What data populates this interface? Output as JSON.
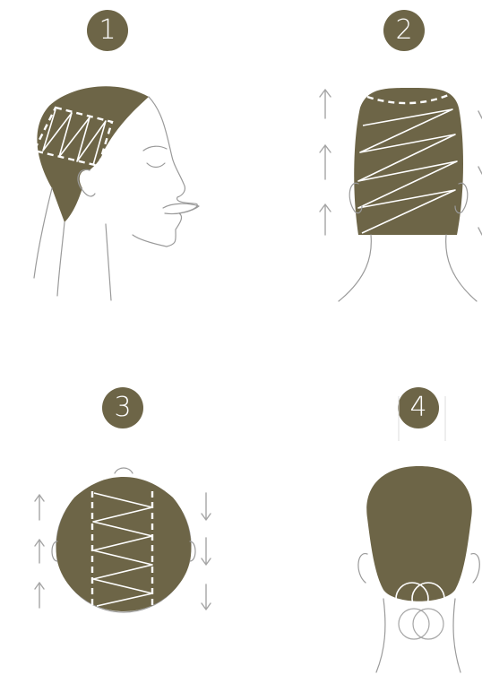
{
  "steps": [
    {
      "number": "1"
    },
    {
      "number": "2"
    },
    {
      "number": "3"
    },
    {
      "number": "4"
    }
  ],
  "colors": {
    "hair": "#6d6547",
    "outline": "#9a9a9a",
    "pattern": "#ffffff"
  }
}
